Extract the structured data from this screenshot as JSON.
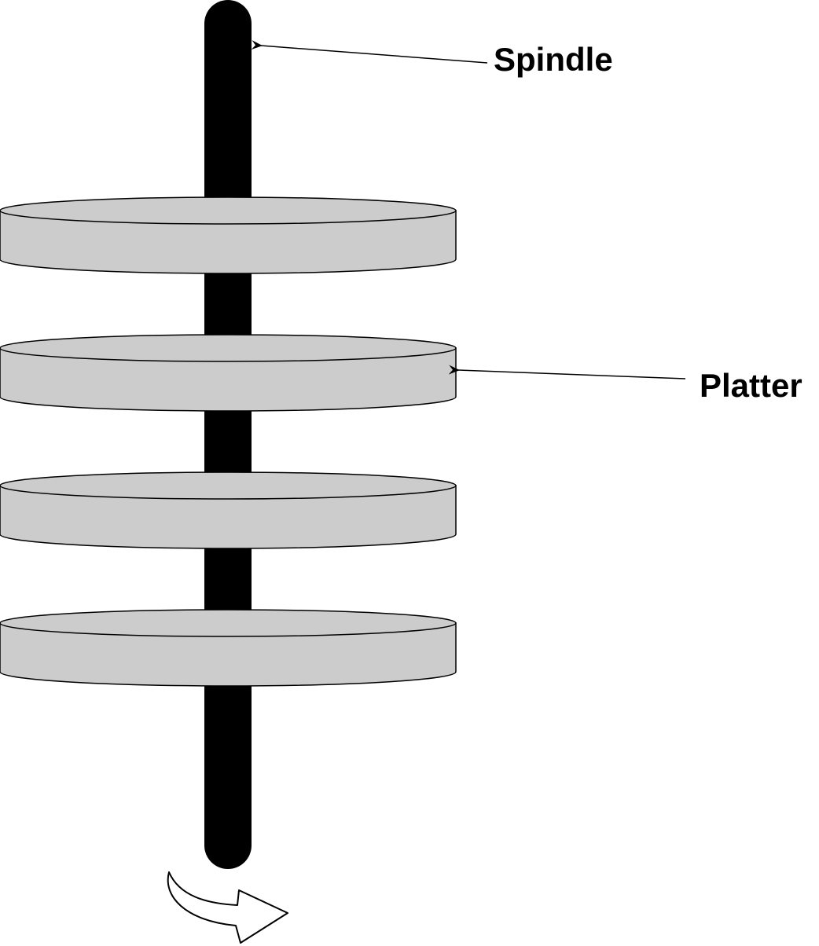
{
  "diagram": {
    "spindle_label": "Spindle",
    "platter_label": "Platter"
  },
  "parts": {
    "spindle": {
      "name": "spindle",
      "color": "#000000"
    },
    "platters": [
      {
        "name": "platter-1"
      },
      {
        "name": "platter-2"
      },
      {
        "name": "platter-3"
      },
      {
        "name": "platter-4"
      }
    ],
    "rotation_arrow": {
      "name": "rotation-arrow-icon"
    }
  },
  "colors": {
    "platter_fill": "#cccccc",
    "outline": "#000000",
    "background": "#ffffff"
  }
}
